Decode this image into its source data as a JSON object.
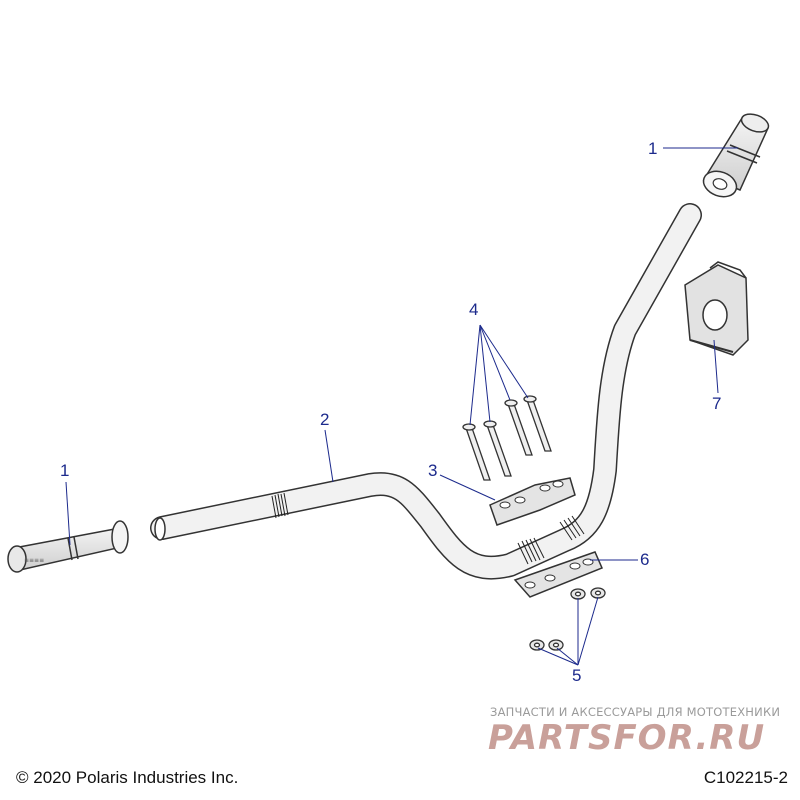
{
  "callouts": {
    "c1_right": "1",
    "c1_left": "1",
    "c2": "2",
    "c3": "3",
    "c4": "4",
    "c5": "5",
    "c6": "6",
    "c7": "7"
  },
  "footer": {
    "copyright": "© 2020 Polaris Industries Inc.",
    "figure_id": "C102215-2"
  },
  "watermark": {
    "line1": "ЗАПЧАСТИ И АКСЕССУАРЫ ДЛЯ МОТОТЕХНИКИ",
    "line2": "PARTSFOR.RU"
  },
  "colors": {
    "callout_blue": "#1c2a8c",
    "part_stroke": "#333333",
    "part_fill": "#e6e6e6"
  }
}
